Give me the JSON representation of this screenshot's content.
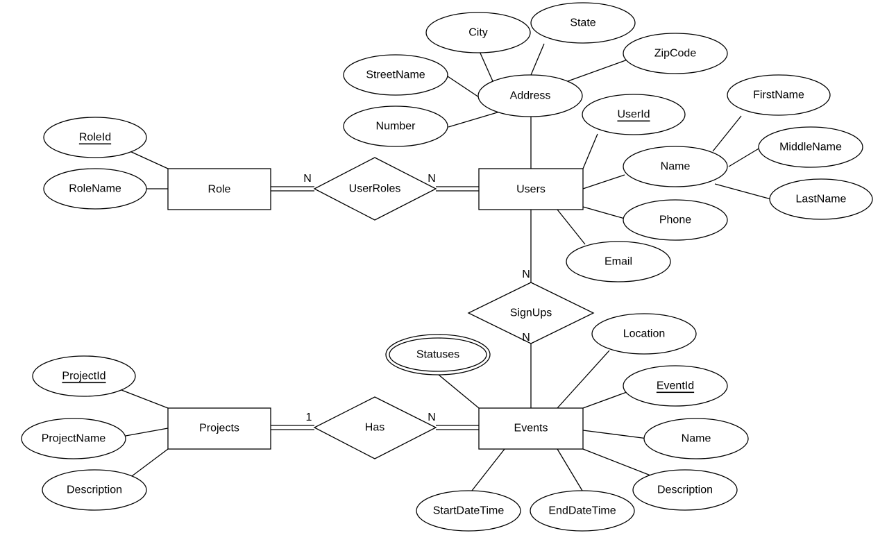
{
  "entities": {
    "role": "Role",
    "users": "Users",
    "projects": "Projects",
    "events": "Events"
  },
  "relationships": {
    "user_roles": "UserRoles",
    "sign_ups": "SignUps",
    "has": "Has"
  },
  "attributes": {
    "role_id": "RoleId",
    "role_name": "RoleName",
    "city": "City",
    "state": "State",
    "zip_code": "ZipCode",
    "street_name": "StreetName",
    "address": "Address",
    "number": "Number",
    "user_id": "UserId",
    "first_name": "FirstName",
    "middle_name": "MiddleName",
    "user_name": "Name",
    "last_name": "LastName",
    "phone": "Phone",
    "email": "Email",
    "location": "Location",
    "statuses": "Statuses",
    "event_id": "EventId",
    "event_name": "Name",
    "event_description": "Description",
    "start_date_time": "StartDateTime",
    "end_date_time": "EndDateTime",
    "project_id": "ProjectId",
    "project_name": "ProjectName",
    "project_description": "Description"
  },
  "cardinalities": {
    "role_userroles": "N",
    "userroles_users": "N",
    "users_signups": "N",
    "signups_events": "N",
    "projects_has": "1",
    "has_events": "N"
  }
}
